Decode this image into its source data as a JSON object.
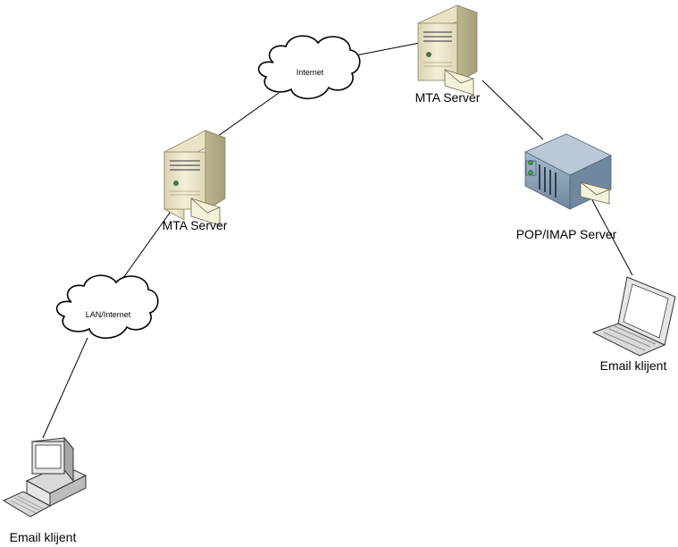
{
  "diagram": {
    "title": "Email delivery network",
    "nodes": {
      "client_desktop": {
        "label": "Email klijent",
        "icon": "desktop-computer-icon"
      },
      "cloud_lan": {
        "label": "LAN/Internet",
        "icon": "cloud-icon"
      },
      "mta_left": {
        "label": "MTA Server",
        "icon": "tower-server-icon"
      },
      "cloud_internet": {
        "label": "Internet",
        "icon": "cloud-icon"
      },
      "mta_top": {
        "label": "MTA Server",
        "icon": "tower-server-icon"
      },
      "pop_imap": {
        "label": "POP/IMAP Server",
        "icon": "rack-server-icon"
      },
      "client_laptop": {
        "label": "Email klijent",
        "icon": "laptop-icon"
      }
    },
    "edges": [
      {
        "from": "client_desktop",
        "to": "cloud_lan"
      },
      {
        "from": "cloud_lan",
        "to": "mta_left"
      },
      {
        "from": "mta_left",
        "to": "cloud_internet"
      },
      {
        "from": "cloud_internet",
        "to": "mta_top"
      },
      {
        "from": "mta_top",
        "to": "pop_imap"
      },
      {
        "from": "pop_imap",
        "to": "client_laptop"
      }
    ],
    "colors": {
      "line": "#000000",
      "server_light": "#ece7c8",
      "server_dark": "#c9c2a0",
      "rack_front": "#8fa9c2",
      "rack_top": "#b8c8d8",
      "rack_side": "#6f889f",
      "envelope": "#f5f2dc"
    }
  }
}
